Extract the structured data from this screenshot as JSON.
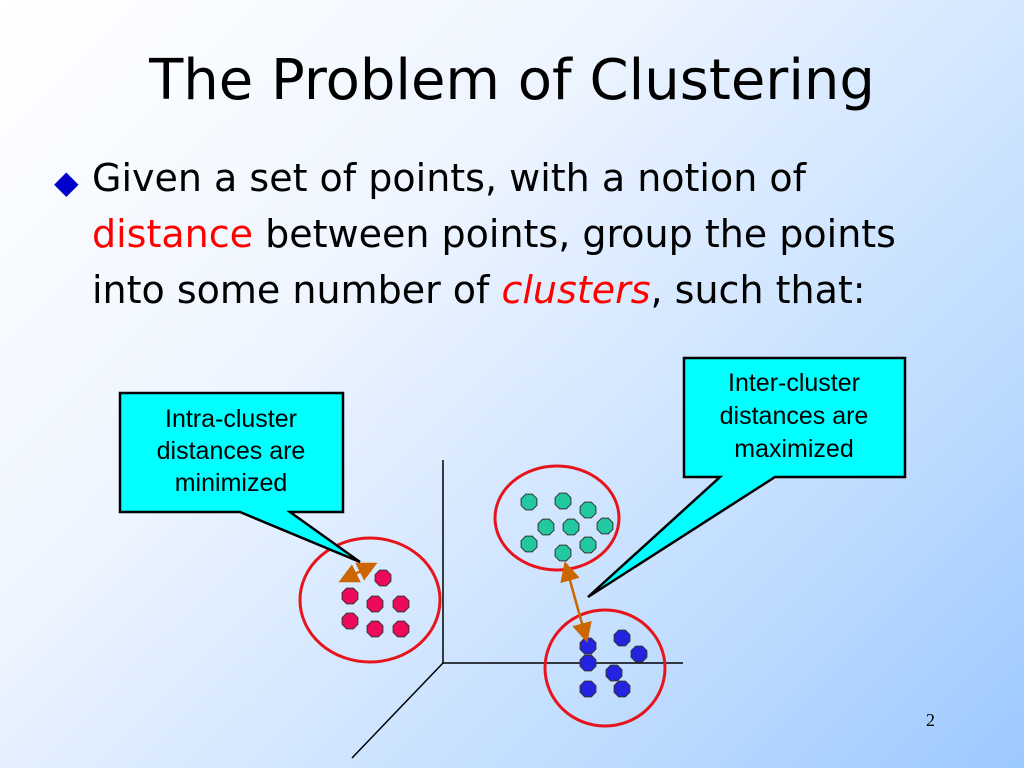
{
  "title": "The Problem of Clustering",
  "bullet": {
    "line1": "Given a set of points, with a notion of",
    "line2_highlight": "distance",
    "line2_rest": " between points, group the points",
    "line3_start": "into some number of ",
    "line3_highlight": "clusters",
    "line3_end": ", such that:"
  },
  "callouts": {
    "intra": {
      "line1": "Intra-cluster",
      "line2": "distances are",
      "line3": "minimized"
    },
    "inter": {
      "line1": "Inter-cluster",
      "line2": "distances are",
      "line3": "maximized"
    }
  },
  "page_number": "2",
  "colors": {
    "callout_fill": "#00ffff",
    "circle_stroke": "#e8141c",
    "pink_points": "#ee0a5a",
    "green_points": "#22c8a0",
    "blue_points": "#2424e0",
    "arrow": "#cc6600",
    "highlight_text": "#ff0000",
    "bullet_diamond": "#0000cc"
  }
}
